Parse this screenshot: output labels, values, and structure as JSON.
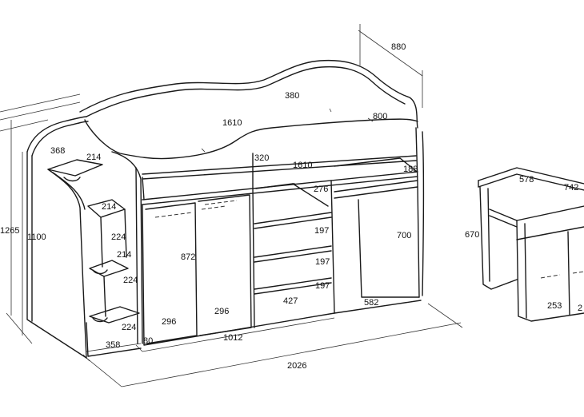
{
  "dimensions": [
    {
      "id": "depth-880",
      "text": "880"
    },
    {
      "id": "headboard-380",
      "text": "380"
    },
    {
      "id": "bed-length-1610",
      "text": "1610"
    },
    {
      "id": "rail-800",
      "text": "800"
    },
    {
      "id": "step-368",
      "text": "368"
    },
    {
      "id": "step-214-a",
      "text": "214"
    },
    {
      "id": "shelf-320",
      "text": "320"
    },
    {
      "id": "shelf-1610",
      "text": "1610"
    },
    {
      "id": "desk-188",
      "text": "188"
    },
    {
      "id": "niche-276",
      "text": "276"
    },
    {
      "id": "step-214-b",
      "text": "214"
    },
    {
      "id": "height-1265",
      "text": "1265"
    },
    {
      "id": "height-1100",
      "text": "1100"
    },
    {
      "id": "step-224-a",
      "text": "224"
    },
    {
      "id": "step-214-c",
      "text": "214"
    },
    {
      "id": "door-872",
      "text": "872"
    },
    {
      "id": "drawer-197-a",
      "text": "197"
    },
    {
      "id": "desk-700",
      "text": "700"
    },
    {
      "id": "step-224-b",
      "text": "224"
    },
    {
      "id": "drawer-197-b",
      "text": "197"
    },
    {
      "id": "drawer-197-c",
      "text": "197"
    },
    {
      "id": "door-296-a",
      "text": "296"
    },
    {
      "id": "door-296-b",
      "text": "296"
    },
    {
      "id": "drawer-427",
      "text": "427"
    },
    {
      "id": "desk-582",
      "text": "582"
    },
    {
      "id": "step-224-c",
      "text": "224"
    },
    {
      "id": "base-358",
      "text": "358"
    },
    {
      "id": "gap-80",
      "text": "80"
    },
    {
      "id": "width-1012",
      "text": "1012"
    },
    {
      "id": "total-2026",
      "text": "2026"
    },
    {
      "id": "table-578",
      "text": "578"
    },
    {
      "id": "table-742",
      "text": "742"
    },
    {
      "id": "table-670",
      "text": "670"
    },
    {
      "id": "table-253",
      "text": "253"
    },
    {
      "id": "table-partial",
      "text": "2"
    }
  ]
}
